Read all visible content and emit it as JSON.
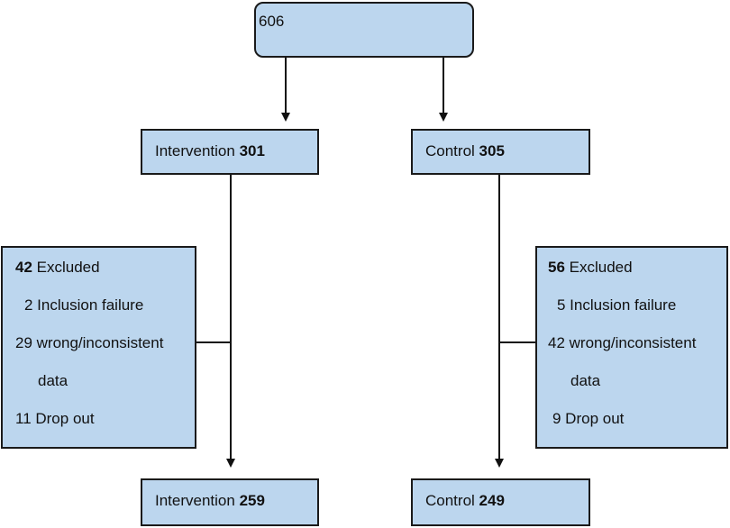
{
  "colors": {
    "box_fill": "#bcd6ee",
    "border": "#1a1a1a",
    "line": "#111111"
  },
  "top": {
    "total": "606"
  },
  "intervention": {
    "label": "Intervention ",
    "count": "301",
    "excluded": {
      "count": "42",
      "label": " Excluded",
      "items": [
        "2 Inclusion failure",
        "29 wrong/inconsistent",
        "data",
        "11 Drop out"
      ]
    },
    "final_label": "Intervention ",
    "final_count": "259"
  },
  "control": {
    "label": "Control ",
    "count": "305",
    "excluded": {
      "count": "56",
      "label": " Excluded",
      "items": [
        "5 Inclusion failure",
        "42 wrong/inconsistent",
        "data",
        "9 Drop out"
      ]
    },
    "final_label": "Control ",
    "final_count": "249"
  }
}
